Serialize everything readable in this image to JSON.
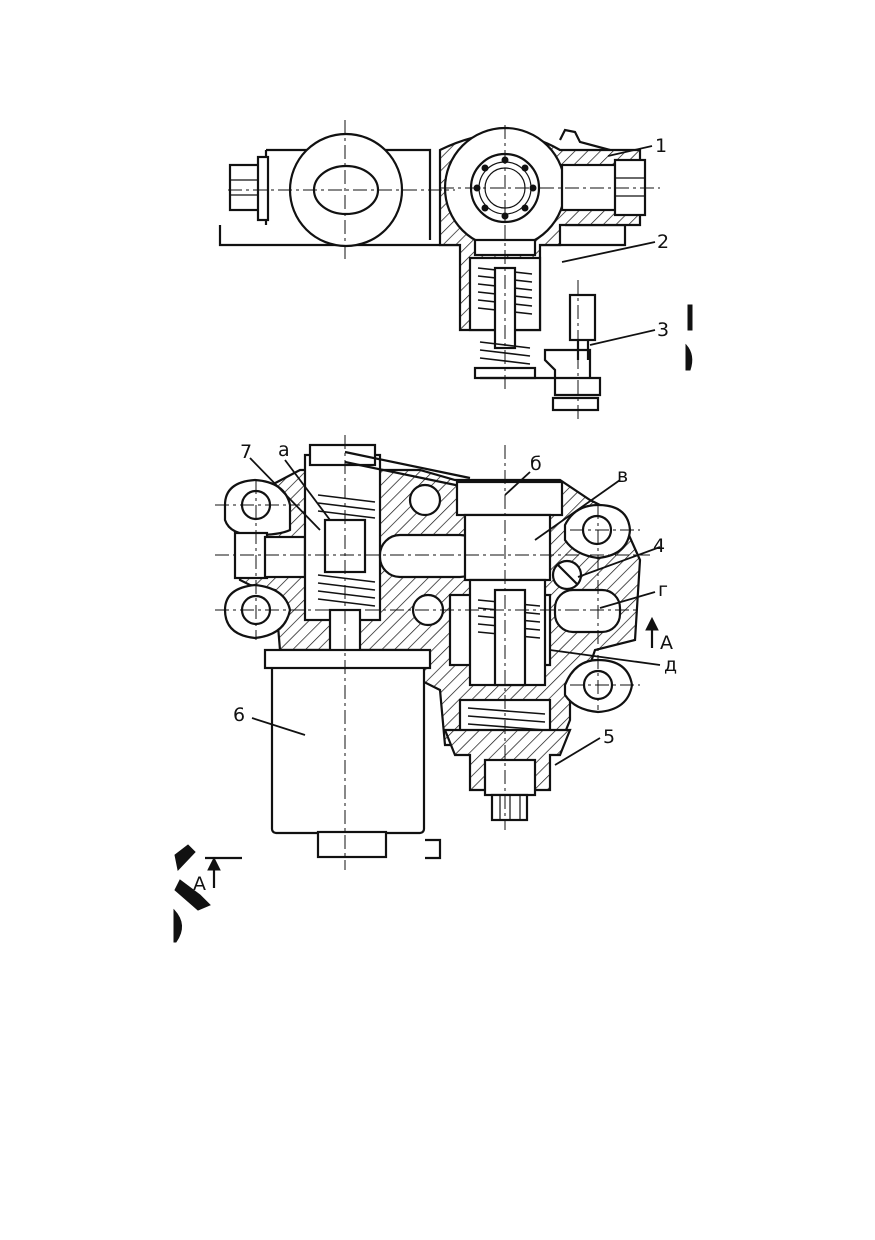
{
  "labels": {
    "l1": "1",
    "l2": "2",
    "l3": "3",
    "l4": "4",
    "l5": "5",
    "l6": "6",
    "l7": "7",
    "la": "а",
    "lb": "б",
    "lv": "в",
    "lg": "г",
    "ld": "д",
    "section_right": "А",
    "section_left": "А"
  }
}
